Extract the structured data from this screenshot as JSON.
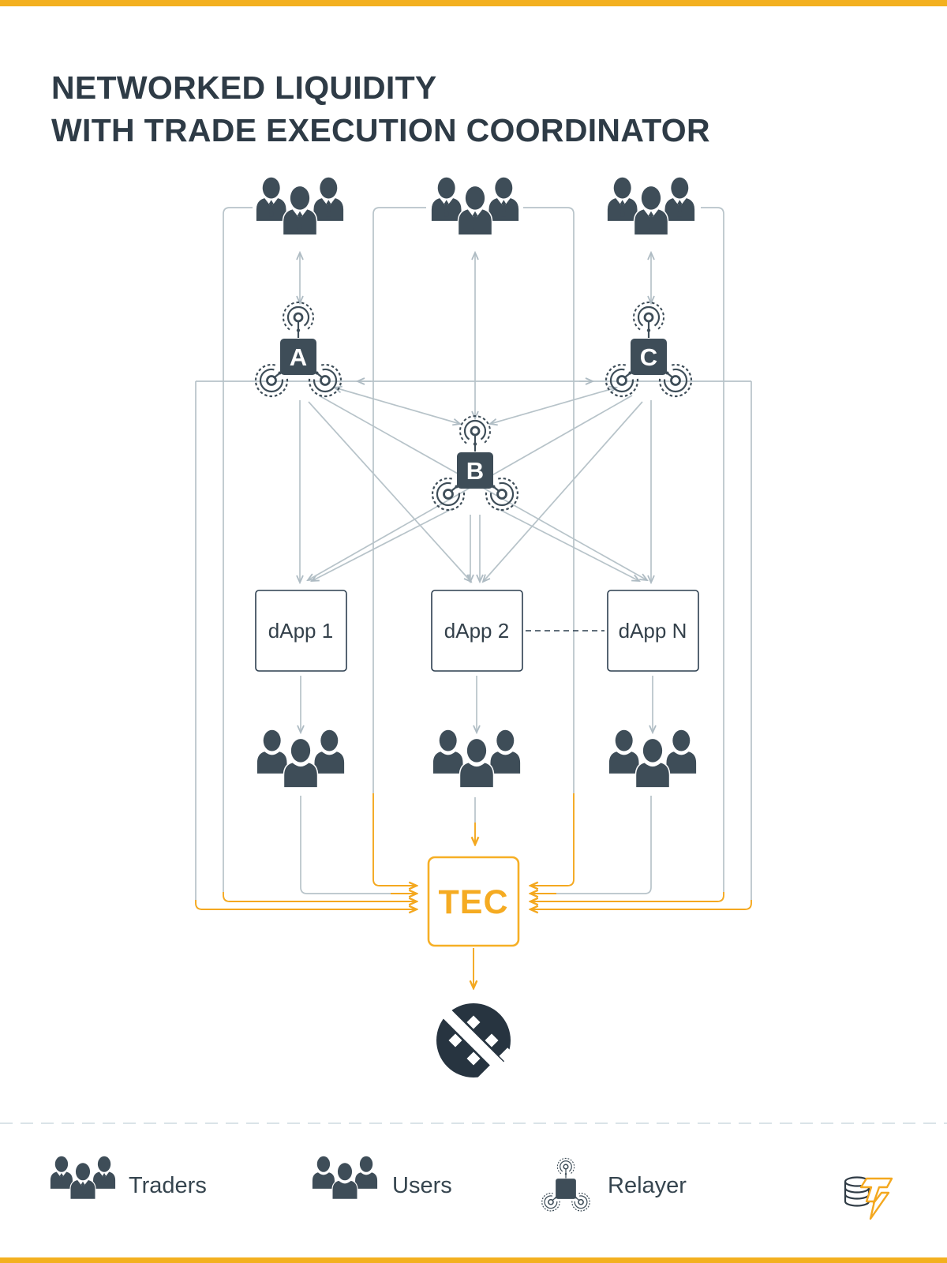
{
  "header": {
    "title_line1": "NETWORKED LIQUIDITY",
    "title_line2": "WITH TRADE EXECUTION COORDINATOR"
  },
  "diagram": {
    "relayers": [
      {
        "label": "A"
      },
      {
        "label": "B"
      },
      {
        "label": "C"
      }
    ],
    "dapps": [
      {
        "label": "dApp 1"
      },
      {
        "label": "dApp 2"
      },
      {
        "label": "dApp N"
      }
    ],
    "tec_label": "TEC",
    "icons": {
      "traders_group": "traders-group-icon",
      "users_group": "users-group-icon",
      "relayer": "relayer-antenna-icon",
      "zrx": "0x-protocol-logo",
      "coin": "coin-stack-lightning-logo"
    }
  },
  "legend": {
    "items": [
      {
        "label": "Traders"
      },
      {
        "label": "Users"
      },
      {
        "label": "Relayer"
      }
    ]
  },
  "colors": {
    "accent_gold": "#F4A81F",
    "bar_gold": "#F3B01F",
    "tec_gold": "#F6AF25",
    "dark_slate": "#3E4D58",
    "navy_text": "#2E3B46",
    "line_gray": "#B7C3C9",
    "divider": "#DAE3E8"
  }
}
